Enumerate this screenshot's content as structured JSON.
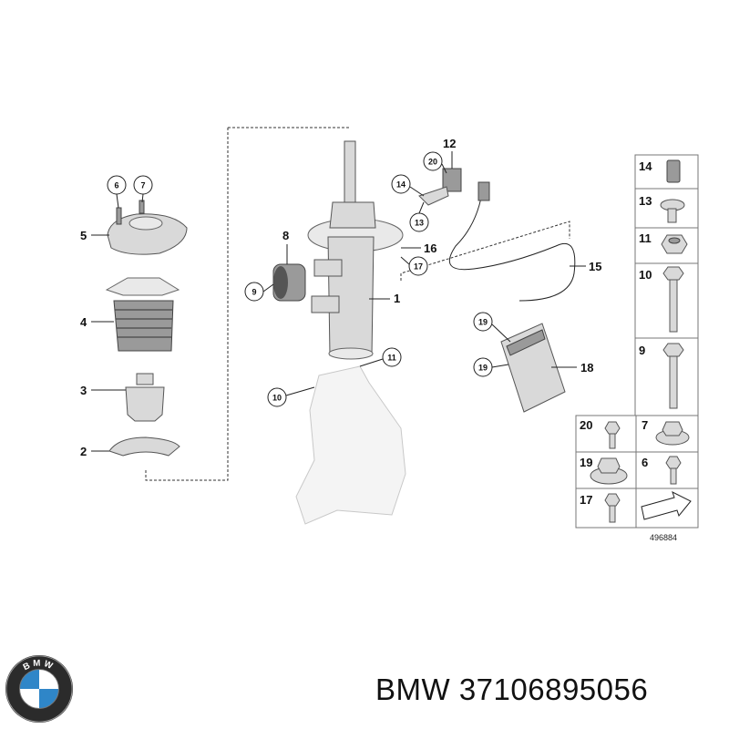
{
  "brand": "BMW",
  "part_number": "37106895056",
  "diagram_id": "496884",
  "logo_text": "BMW",
  "callouts": [
    "1",
    "2",
    "3",
    "4",
    "5",
    "6",
    "7",
    "8",
    "9",
    "10",
    "11",
    "12",
    "13",
    "14",
    "15",
    "16",
    "17",
    "18",
    "19",
    "19",
    "20"
  ],
  "grid_labels": [
    "14",
    "13",
    "11",
    "10",
    "9",
    "20",
    "7",
    "19",
    "6",
    "17"
  ]
}
